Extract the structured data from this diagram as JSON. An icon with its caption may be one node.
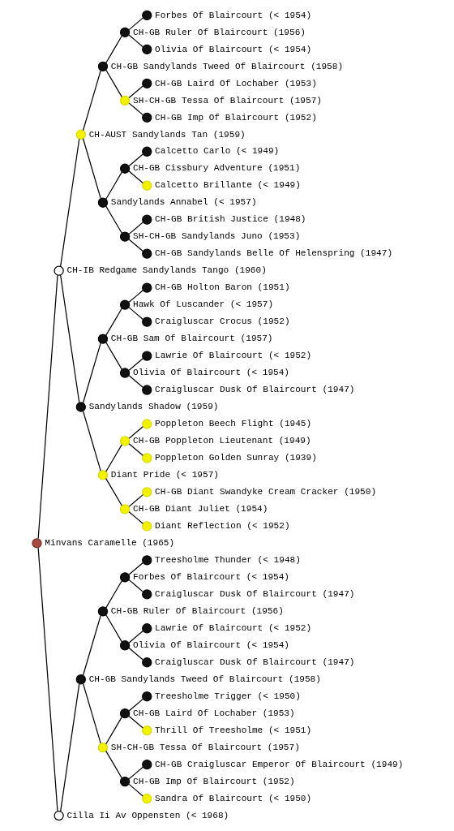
{
  "diagram": {
    "nodes": [
      {
        "text": [],
        "shape": "circle",
        "beside": [
          "Forbes Of Blaircourt (< 1954)"
        ]
      },
      {
        "text": [],
        "shape": "circle",
        "beside": [
          "CH-GB Ruler Of Blaircourt (1956)"
        ]
      },
      {
        "text": [],
        "shape": "circle",
        "beside": [
          "Olivia Of Blaircourt (< 1954)"
        ]
      },
      {
        "text": [],
        "shape": "circle",
        "beside": [
          "CH-GB Sandylands Tweed Of Blaircourt (1958)"
        ]
      },
      {
        "text": [],
        "shape": "circle",
        "beside": [
          "CH-GB Laird Of Lochaber (1953)"
        ]
      },
      {
        "text": [],
        "shape": "circle",
        "beside": [
          "SH-CH-GB Tessa Of Blaircourt (1957)"
        ]
      },
      {
        "text": [],
        "shape": "circle",
        "beside": [
          "CH-GB Imp Of Blaircourt (1952)"
        ]
      },
      {
        "text": [],
        "shape": "circle",
        "beside": [
          "CH-AUST Sandylands Tan (1959)"
        ]
      },
      {
        "text": [],
        "shape": "circle",
        "beside": [
          "Calcetto Carlo (< 1949)"
        ]
      },
      {
        "text": [],
        "shape": "circle",
        "beside": [
          "CH-GB Cissbury Adventure (1951)"
        ]
      },
      {
        "text": [],
        "shape": "circle",
        "beside": [
          "Calcetto Brillante (< 1949)"
        ]
      },
      {
        "text": [],
        "shape": "circle",
        "beside": [
          "Sandylands Annabel (< 1957)"
        ]
      },
      {
        "text": [],
        "shape": "circle",
        "beside": [
          "CH-GB British Justice (1948)"
        ]
      },
      {
        "text": [],
        "shape": "circle",
        "beside": [
          "SH-CH-GB Sandylands Juno (1953)"
        ]
      },
      {
        "text": [],
        "shape": "circle",
        "beside": [
          "CH-GB Sandylands Belle Of Helenspring (1947)"
        ]
      },
      {
        "text": [],
        "shape": "circle",
        "beside": [
          "CH-IB Redgame Sandylands Tango (1960)"
        ]
      },
      {
        "text": [],
        "shape": "circle",
        "beside": [
          "CH-GB Holton Baron (1951)"
        ]
      },
      {
        "text": [],
        "shape": "circle",
        "beside": [
          "Hawk Of Luscander (< 1957)"
        ]
      },
      {
        "text": [],
        "shape": "circle",
        "beside": [
          "Craigluscar Crocus (1952)"
        ]
      },
      {
        "text": [],
        "shape": "circle",
        "beside": [
          "CH-GB Sam Of Blaircourt (1957)"
        ]
      },
      {
        "text": [],
        "shape": "circle",
        "beside": [
          "Lawrie Of Blaircourt (< 1952)"
        ]
      },
      {
        "text": [],
        "shape": "circle",
        "beside": [
          "Olivia Of Blaircourt (< 1954)"
        ]
      },
      {
        "text": [],
        "shape": "circle",
        "beside": [
          "Craigluscar Dusk Of Blaircourt (1947)"
        ]
      },
      {
        "text": [],
        "shape": "circle",
        "beside": [
          "Sandylands Shadow (1959)"
        ]
      },
      {
        "text": [],
        "shape": "circle",
        "beside": [
          "Poppleton Beech Flight (1945)"
        ]
      },
      {
        "text": [],
        "shape": "circle",
        "beside": [
          "CH-GB Poppleton Lieutenant (1949)"
        ]
      },
      {
        "text": [],
        "shape": "circle",
        "beside": [
          "Poppleton Golden Sunray (1939)"
        ]
      },
      {
        "text": [],
        "shape": "circle",
        "beside": [
          "Diant Pride (< 1957)"
        ]
      },
      {
        "text": [],
        "shape": "circle",
        "beside": [
          "CH-GB Diant Swandyke Cream Cracker (1950)"
        ]
      },
      {
        "text": [],
        "shape": "circle",
        "beside": [
          "CH-GB Diant Juliet (1954)"
        ]
      },
      {
        "text": [],
        "shape": "circle",
        "beside": [
          "Diant Reflection (< 1952)"
        ]
      },
      {
        "text": [],
        "shape": "circle",
        "beside": [
          "Minvans Caramelle (1965)"
        ]
      },
      {
        "text": [],
        "shape": "circle",
        "beside": [
          "Treesholme Thunder (< 1948)"
        ]
      },
      {
        "text": [],
        "shape": "circle",
        "beside": [
          "Forbes Of Blaircourt (< 1954)"
        ]
      },
      {
        "text": [],
        "shape": "circle",
        "beside": [
          "Craigluscar Dusk Of Blaircourt (1947)"
        ]
      },
      {
        "text": [],
        "shape": "circle",
        "beside": [
          "CH-GB Ruler Of Blaircourt (1956)"
        ]
      },
      {
        "text": [],
        "shape": "circle",
        "beside": [
          "Lawrie Of Blaircourt (< 1952)"
        ]
      },
      {
        "text": [],
        "shape": "circle",
        "beside": [
          "Olivia Of Blaircourt (< 1954)"
        ]
      },
      {
        "text": [],
        "shape": "circle",
        "beside": [
          "Craigluscar Dusk Of Blaircourt (1947)"
        ]
      },
      {
        "text": [],
        "shape": "circle",
        "beside": [
          "CH-GB Sandylands Tweed Of Blaircourt (1958)"
        ]
      },
      {
        "text": [],
        "shape": "circle",
        "beside": [
          "Treesholme Trigger (< 1950)"
        ]
      },
      {
        "text": [],
        "shape": "circle",
        "beside": [
          "CH-GB Laird Of Lochaber (1953)"
        ]
      },
      {
        "text": [],
        "shape": "circle",
        "beside": [
          "Thrill Of Treesholme (< 1951)"
        ]
      },
      {
        "text": [],
        "shape": "circle",
        "beside": [
          "SH-CH-GB Tessa Of Blaircourt (1957)"
        ]
      },
      {
        "text": [],
        "shape": "circle",
        "beside": [
          "CH-GB Craigluscar Emperor Of Blaircourt (1949)"
        ]
      },
      {
        "text": [],
        "shape": "circle",
        "beside": [
          "CH-GB Imp Of Blaircourt (1952)"
        ]
      },
      {
        "text": [],
        "shape": "circle",
        "beside": [
          "Sandra Of Blaircourt (< 1950)"
        ]
      },
      {
        "text": [],
        "shape": "circle",
        "beside": [
          "Cilla Ii Av Oppensten (< 1968)"
        ]
      }
    ],
    "edges": [
      {
        "from": 31,
        "to": 15,
        "arrow": "none"
      },
      {
        "from": 15,
        "to": 7,
        "arrow": "none"
      },
      {
        "from": 7,
        "to": 3,
        "arrow": "none"
      },
      {
        "from": 3,
        "to": 1,
        "arrow": "none"
      },
      {
        "from": 1,
        "to": 0,
        "arrow": "none"
      },
      {
        "from": 1,
        "to": 2,
        "arrow": "none"
      },
      {
        "from": 3,
        "to": 5,
        "arrow": "none"
      },
      {
        "from": 5,
        "to": 4,
        "arrow": "none"
      },
      {
        "from": 5,
        "to": 6,
        "arrow": "none"
      },
      {
        "from": 7,
        "to": 11,
        "arrow": "none"
      },
      {
        "from": 11,
        "to": 9,
        "arrow": "none"
      },
      {
        "from": 9,
        "to": 8,
        "arrow": "none"
      },
      {
        "from": 9,
        "to": 10,
        "arrow": "none"
      },
      {
        "from": 11,
        "to": 13,
        "arrow": "none"
      },
      {
        "from": 13,
        "to": 12,
        "arrow": "none"
      },
      {
        "from": 13,
        "to": 14,
        "arrow": "none"
      },
      {
        "from": 15,
        "to": 23,
        "arrow": "none"
      },
      {
        "from": 23,
        "to": 19,
        "arrow": "none"
      },
      {
        "from": 19,
        "to": 17,
        "arrow": "none"
      },
      {
        "from": 17,
        "to": 16,
        "arrow": "none"
      },
      {
        "from": 17,
        "to": 18,
        "arrow": "none"
      },
      {
        "from": 19,
        "to": 21,
        "arrow": "none"
      },
      {
        "from": 21,
        "to": 20,
        "arrow": "none"
      },
      {
        "from": 21,
        "to": 22,
        "arrow": "none"
      },
      {
        "from": 23,
        "to": 27,
        "arrow": "none"
      },
      {
        "from": 27,
        "to": 25,
        "arrow": "none"
      },
      {
        "from": 25,
        "to": 24,
        "arrow": "none"
      },
      {
        "from": 25,
        "to": 26,
        "arrow": "none"
      },
      {
        "from": 27,
        "to": 29,
        "arrow": "none"
      },
      {
        "from": 29,
        "to": 28,
        "arrow": "none"
      },
      {
        "from": 29,
        "to": 30,
        "arrow": "none"
      },
      {
        "from": 31,
        "to": 47,
        "arrow": "none"
      },
      {
        "from": 47,
        "to": 39,
        "arrow": "none"
      },
      {
        "from": 39,
        "to": 35,
        "arrow": "none"
      },
      {
        "from": 35,
        "to": 33,
        "arrow": "none"
      },
      {
        "from": 33,
        "to": 32,
        "arrow": "none"
      },
      {
        "from": 33,
        "to": 34,
        "arrow": "none"
      },
      {
        "from": 35,
        "to": 37,
        "arrow": "none"
      },
      {
        "from": 37,
        "to": 36,
        "arrow": "none"
      },
      {
        "from": 37,
        "to": 38,
        "arrow": "none"
      },
      {
        "from": 39,
        "to": 43,
        "arrow": "none"
      },
      {
        "from": 43,
        "to": 41,
        "arrow": "none"
      },
      {
        "from": 41,
        "to": 40,
        "arrow": "none"
      },
      {
        "from": 41,
        "to": 42,
        "arrow": "none"
      },
      {
        "from": 43,
        "to": 45,
        "arrow": "none"
      },
      {
        "from": 45,
        "to": 44,
        "arrow": "none"
      },
      {
        "from": 45,
        "to": 46,
        "arrow": "none"
      }
    ]
  }
}
